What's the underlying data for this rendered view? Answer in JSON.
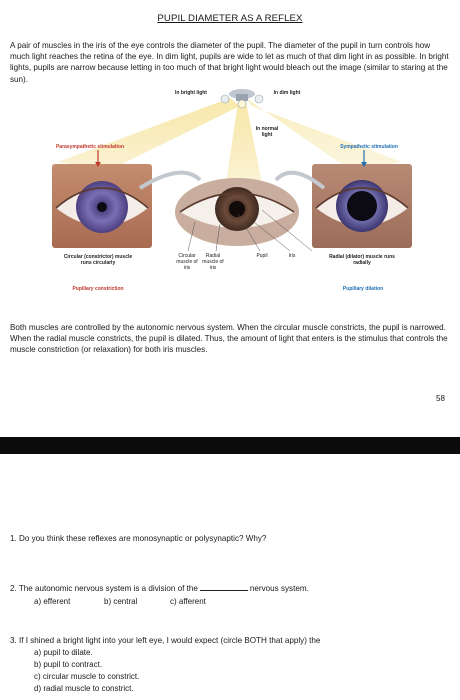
{
  "title": "PUPIL DIAMETER AS A REFLEX",
  "intro": "A pair of muscles in the iris of the eye controls the diameter of the pupil. The diameter of the pupil in turn controls how much light reaches the retina of the eye.  In dim light, pupils are wide to let as much of that dim light in as possible. In bright lights, pupils are narrow because letting in too much of that bright light would bleach out the image (similar to staring at the sun).",
  "figure": {
    "labels": {
      "bright_light": "In bright light",
      "dim_light": "In dim light",
      "normal_light": "In normal light",
      "parasympathetic": "Parasympathetic stimulation",
      "sympathetic": "Sympathetic stimulation",
      "circular_left": "Circular (constrictor) muscle runs circularly",
      "pupillary_constriction": "Pupillary constriction",
      "circular_center": "Circular muscle of iris",
      "radial_center": "Radial muscle of iris",
      "pupil": "Pupil",
      "iris": "Iris",
      "radial_right": "Radial (dilator) muscle runs radially",
      "pupillary_dilation": "Pupillary dilation"
    },
    "colors": {
      "parasympathetic": "#c0392b",
      "sympathetic": "#1f6fb2",
      "iris_left": "#7a6fb5",
      "iris_center": "#6b4a3a",
      "iris_right": "#6e6aa8",
      "beam": "#f3dc8a"
    }
  },
  "summary": "Both muscles are controlled by the autonomic nervous system. When the circular muscle constricts, the pupil is narrowed. When the radial muscle constricts, the pupil is dilated. Thus, the amount of light that enters is the stimulus that controls the muscle constriction (or relaxation) for both iris muscles.",
  "page_number": "58",
  "questions": [
    {
      "text": "1.  Do you think these reflexes are monosynaptic or polysynaptic? Why?"
    },
    {
      "text_before": "2.  The autonomic nervous system is a division of the",
      "text_after": "nervous system.",
      "options": [
        "a) efferent",
        "b) central",
        "c) afferent"
      ]
    },
    {
      "text": "3. If I shined a bright light into your left eye, I would expect (circle BOTH that apply) the",
      "options": [
        "a) pupil to dilate.",
        "b) pupil to contract.",
        "c) circular muscle to constrict.",
        "d) radial muscle to constrict."
      ]
    }
  ]
}
